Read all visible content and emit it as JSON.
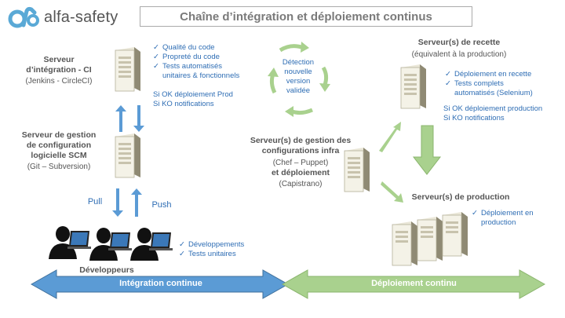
{
  "logo": {
    "text": "alfa-safety",
    "icon": "alfa-safety-logo-icon"
  },
  "title": "Chaîne d’intégration et déploiement continus",
  "ci": {
    "name": "Serveur\nd’intégration - CI",
    "sub": "(Jenkins - CircleCI)"
  },
  "ci_checks": [
    "Qualité du code",
    "Propreté du code",
    "Tests automatisés",
    "unitaires & fonctionnels"
  ],
  "ci_notes": [
    "Si OK déploiement Prod",
    "Si KO notifications"
  ],
  "scm": {
    "name": "Serveur de gestion\nde configuration\nlogicielle SCM",
    "sub": "(Git – Subversion)"
  },
  "pull_label": "Pull",
  "push_label": "Push",
  "detection": "Détection\nnouvelle\nversion\nvalidée",
  "recette": {
    "name": "Serveur(s) de recette",
    "sub": "(équivalent à la production)"
  },
  "recette_checks": [
    "Déploiement en recette",
    "Tests complets",
    "automatisés (Selenium)"
  ],
  "recette_notes": [
    "Si OK déploiement production",
    "Si KO notifications"
  ],
  "infra": {
    "name": "Serveur(s) de gestion des\nconfigurations infra",
    "sub": "(Chef – Puppet)",
    "deploy": "et déploiement",
    "deploy_sub": "(Capistrano)"
  },
  "production": {
    "name": "Serveur(s) de production"
  },
  "production_checks": [
    "Déploiement en",
    "production"
  ],
  "dev_checks": [
    "Développements",
    "Tests unitaires"
  ],
  "developers_label": "Développeurs",
  "bands": {
    "left": "Intégration continue",
    "right": "Déploiement continu"
  },
  "colors": {
    "blue_arrow": "#5b9bd5",
    "green_arrow": "#a9d18e",
    "band_blue": "#5b9bd5",
    "band_green": "#a9d18e",
    "text_blue": "#2e6db4"
  }
}
